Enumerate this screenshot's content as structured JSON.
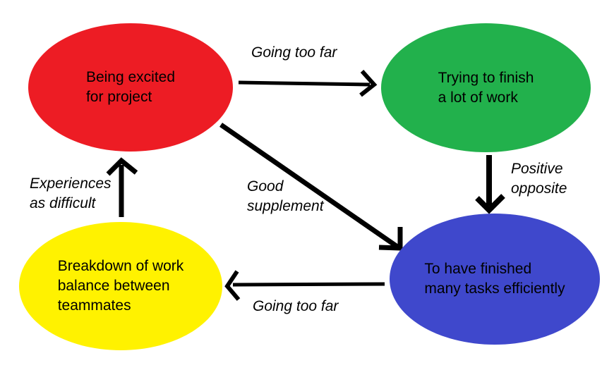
{
  "diagram": {
    "background_color": "#ffffff",
    "arrow_color": "#000000",
    "text_color": "#000000",
    "nodes": [
      {
        "id": "being-excited",
        "label": "Being excited\nfor project",
        "color": "#ED1C24"
      },
      {
        "id": "trying-to-finish",
        "label": "Trying to finish\na lot of work",
        "color": "#22B14C"
      },
      {
        "id": "finished-tasks",
        "label": "To have finished\nmany tasks efficiently",
        "color": "#3F48CC"
      },
      {
        "id": "breakdown-balance",
        "label": "Breakdown of work\nbalance between\nteammates",
        "color": "#FFF200"
      }
    ],
    "edges": [
      {
        "from": "being-excited",
        "to": "trying-to-finish",
        "label": "Going too far"
      },
      {
        "from": "trying-to-finish",
        "to": "finished-tasks",
        "label": "Positive\nopposite"
      },
      {
        "from": "being-excited",
        "to": "finished-tasks",
        "label": "Good\nsupplement"
      },
      {
        "from": "finished-tasks",
        "to": "breakdown-balance",
        "label": "Going too far"
      },
      {
        "from": "breakdown-balance",
        "to": "being-excited",
        "label": "Experiences\nas difficult"
      }
    ]
  }
}
